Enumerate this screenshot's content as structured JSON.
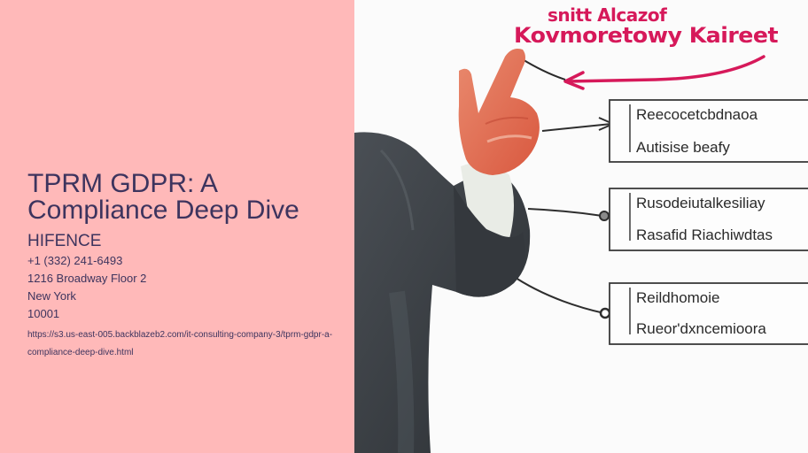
{
  "title": "TPRM  GDPR: A Compliance Deep Dive",
  "company": "HIFENCE",
  "contact": {
    "phone": "+1 (332) 241-6493",
    "street": "1216 Broadway Floor 2",
    "city": "New York",
    "zip": "10001"
  },
  "url": "https://s3.us-east-005.backblazeb2.com/it-consulting-company-3/tprm-gdpr-a-compliance-deep-dive.html",
  "colors": {
    "panel_bg": "#ffb9b9",
    "text": "#3d345e",
    "marker_red": "#d6195a",
    "suit": "#3b3f44"
  },
  "illustration": {
    "description_icon": "businessman-pointing-diagram-image",
    "lettering": {
      "heading_line1": "snitt Alcazof",
      "heading_line2": "Kovmoretowy Kaireet",
      "box1": [
        "Reecocetcbdnaoa",
        "Autisise beafy"
      ],
      "box2": [
        "Rusodeiutalkesiliay",
        "Rasafid Riachiwdtas"
      ],
      "box3": [
        "Reildhomoie",
        "Rueor'dxncemioora"
      ]
    }
  }
}
